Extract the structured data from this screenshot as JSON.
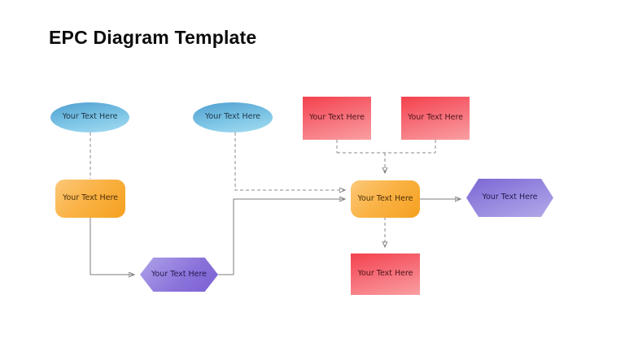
{
  "title": "EPC Diagram Template",
  "palette": {
    "event_blue_start": "#4F9FD1",
    "event_blue_end": "#A6DDF2",
    "function_orange_start": "#FCC878",
    "function_orange_end": "#F5A01E",
    "org_red_start": "#F4414C",
    "org_red_end": "#FA9FA2",
    "path_purple_dark": "#7A60D2",
    "path_purple_light": "#B3AAEA",
    "connector_gray": "#7D7D7D",
    "title_color": "#0C0C0C",
    "background": "#FFFFFF"
  },
  "nodes": [
    {
      "id": "event-top-left",
      "shape": "ellipse",
      "label": "Your Text Here"
    },
    {
      "id": "event-top-middle",
      "shape": "ellipse",
      "label": "Your Text Here"
    },
    {
      "id": "input-top-1",
      "shape": "rectangle",
      "label": "Your Text Here"
    },
    {
      "id": "input-top-2",
      "shape": "rectangle",
      "label": "Your Text Here"
    },
    {
      "id": "function-left",
      "shape": "rounded-rectangle",
      "label": "Your Text Here"
    },
    {
      "id": "function-middle",
      "shape": "rounded-rectangle",
      "label": "Your Text Here"
    },
    {
      "id": "process-path-bottom",
      "shape": "hexagon",
      "label": "Your Text Here"
    },
    {
      "id": "process-path-right",
      "shape": "hexagon",
      "label": "Your Text Here"
    },
    {
      "id": "output-bottom",
      "shape": "rectangle",
      "label": "Your Text Here"
    }
  ],
  "edges": [
    {
      "from": "event-top-left",
      "to": "function-left",
      "style": "dashed",
      "arrow": false
    },
    {
      "from": "function-left",
      "to": "process-path-bottom",
      "style": "solid",
      "arrow": true
    },
    {
      "from": "event-top-middle",
      "to": "function-middle",
      "style": "dashed",
      "arrow": true
    },
    {
      "from": "process-path-bottom",
      "to": "function-middle",
      "style": "solid",
      "arrow": true
    },
    {
      "from": "input-top-1",
      "to": "function-middle",
      "style": "dashed",
      "arrow": true
    },
    {
      "from": "input-top-2",
      "to": "function-middle",
      "style": "dashed",
      "arrow": true
    },
    {
      "from": "function-middle",
      "to": "process-path-right",
      "style": "solid",
      "arrow": true
    },
    {
      "from": "function-middle",
      "to": "output-bottom",
      "style": "dashed",
      "arrow": true
    }
  ]
}
